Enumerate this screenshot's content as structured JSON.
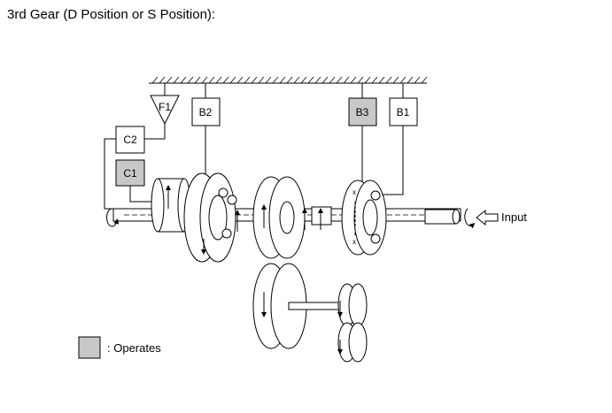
{
  "title": "3rd Gear (D Position or S Position):",
  "components": {
    "f1": "F1",
    "b2": "B2",
    "b3": "B3",
    "b1": "B1",
    "c2": "C2",
    "c1": "C1"
  },
  "input_label": "Input",
  "legend": {
    "label": ": Operates",
    "color": "#c8c8c8"
  },
  "operating": [
    "C1",
    "B3"
  ],
  "colors": {
    "operates_fill": "#c8c8c8",
    "line": "#000000"
  }
}
